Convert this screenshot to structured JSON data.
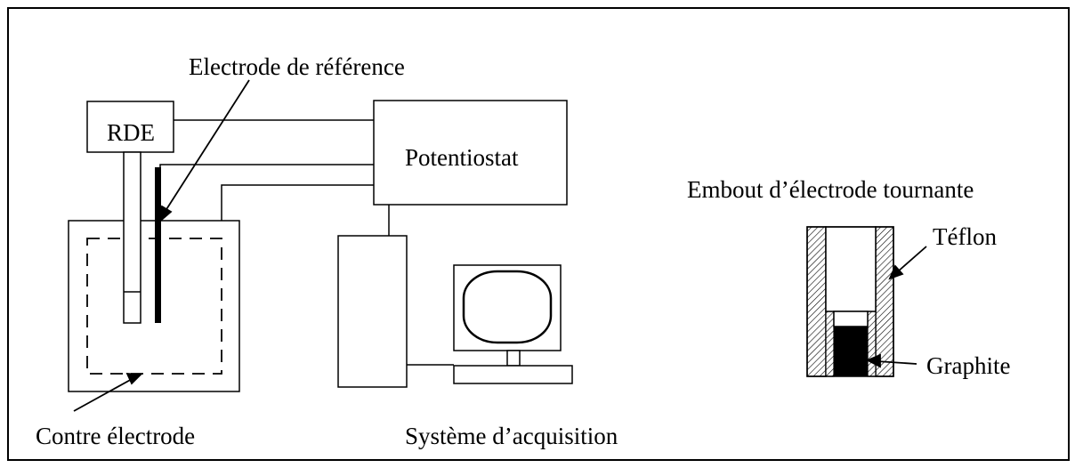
{
  "labels": {
    "reference_electrode": "Electrode de référence",
    "rde": "RDE",
    "potentiostat": "Potentiostat",
    "tip_title": "Embout d’électrode tournante",
    "teflon": "Téflon",
    "graphite": "Graphite",
    "counter_electrode": "Contre électrode",
    "acquisition_system": "Système d’acquisition"
  },
  "colors": {
    "stroke": "#000000",
    "background": "#ffffff",
    "hatch": "#000000"
  }
}
